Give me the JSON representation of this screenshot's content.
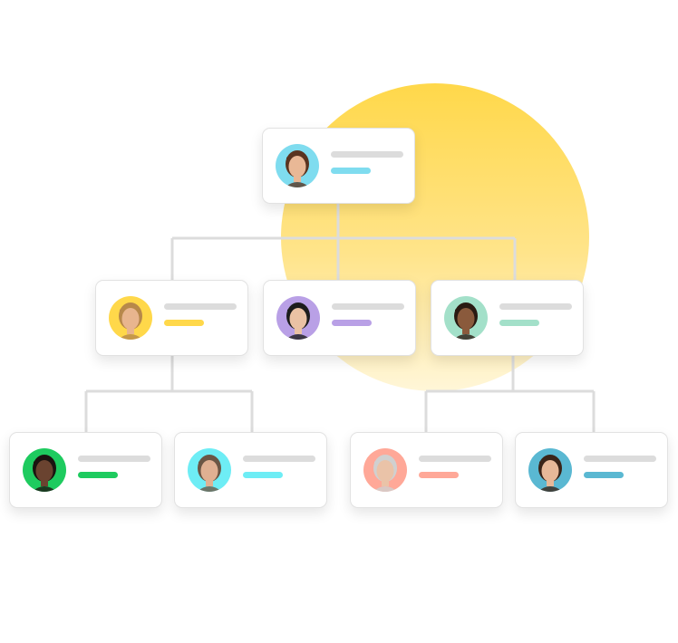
{
  "org_chart": {
    "background_accent": "#ffd84a",
    "connector_color": "#dcdcdc",
    "nodes": [
      {
        "id": "root",
        "level": 0,
        "parent": null,
        "accent": "#7fdcef",
        "skin": "#e9b896",
        "hair": "#5a3420"
      },
      {
        "id": "l1a",
        "level": 1,
        "parent": "root",
        "accent": "#ffd84a",
        "skin": "#e8b58e",
        "hair": "#b7884a"
      },
      {
        "id": "l1b",
        "level": 1,
        "parent": "root",
        "accent": "#b9a0e6",
        "skin": "#eac2a4",
        "hair": "#1d1d1d"
      },
      {
        "id": "l1c",
        "level": 1,
        "parent": "root",
        "accent": "#a3e0c9",
        "skin": "#8a5a3c",
        "hair": "#2a1a12"
      },
      {
        "id": "l2a",
        "level": 2,
        "parent": "l1a",
        "accent": "#1ecb5f",
        "skin": "#6a4330",
        "hair": "#1a1410"
      },
      {
        "id": "l2b",
        "level": 2,
        "parent": "l1a",
        "accent": "#6eedf5",
        "skin": "#e0b092",
        "hair": "#6b5645"
      },
      {
        "id": "l2c",
        "level": 2,
        "parent": "l1c",
        "accent": "#ffa898",
        "skin": "#eac3a8",
        "hair": "#d0d0d0"
      },
      {
        "id": "l2d",
        "level": 2,
        "parent": "l1c",
        "accent": "#5ab8d2",
        "skin": "#e7b898",
        "hair": "#3a2418"
      }
    ]
  }
}
